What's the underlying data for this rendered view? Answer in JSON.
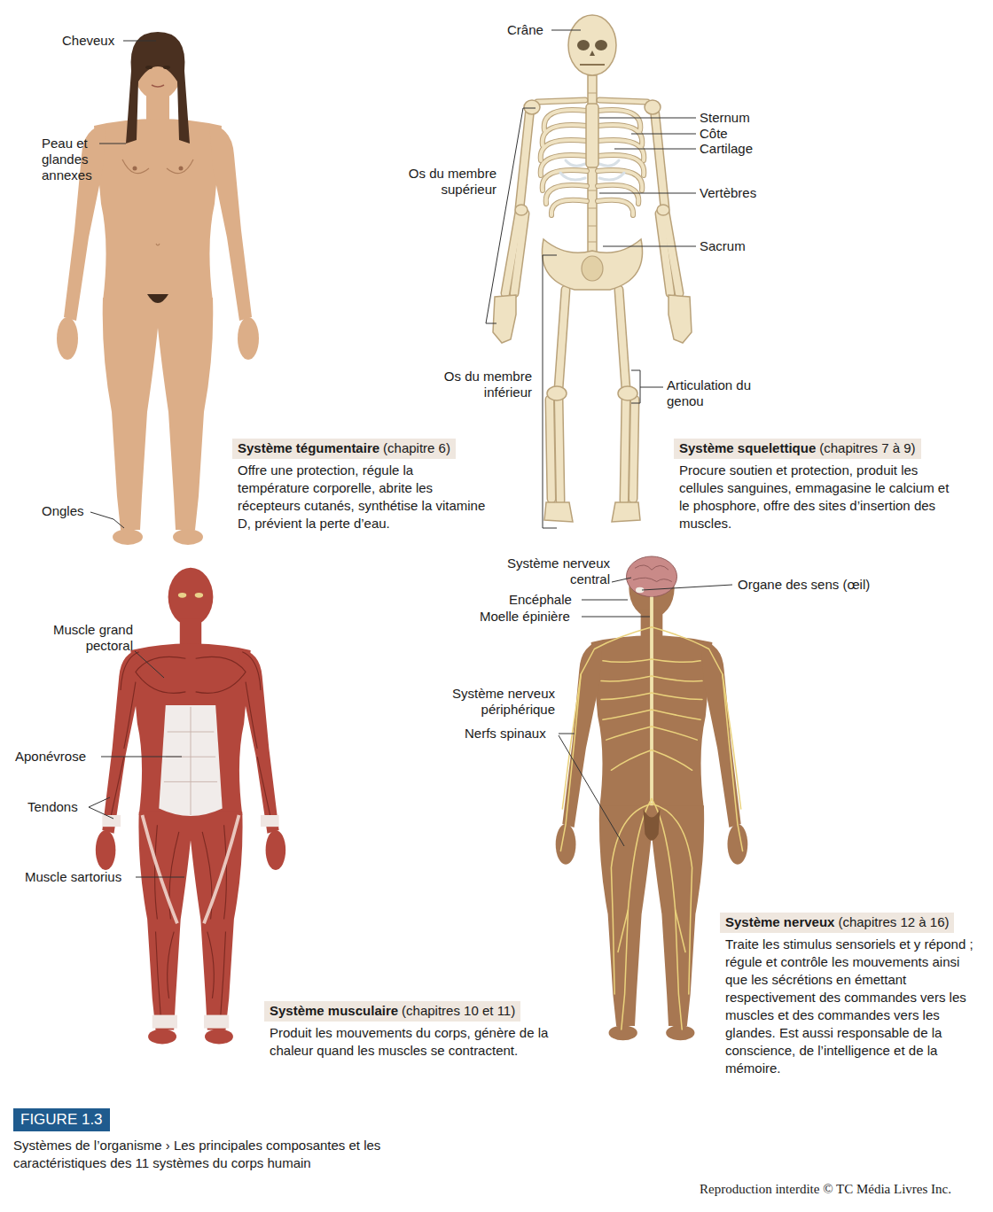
{
  "diagram": {
    "caption": "Systèmes de l’organisme › Les principales composantes et les caractéristiques des 11 systèmes du corps humain",
    "nodes": [
      {
        "text": [
          "Système tégumentaire",
          "(chapitre 6)",
          "Offre une protection, régule la température corporelle, abrite les récepteurs cutanés, synthétise la vitamine D, prévient la perte d’eau."
        ]
      },
      {
        "text": [
          "Système squelettique",
          "(chapitres 7 à 9)",
          "Procure soutien et protection, produit les cellules sanguines, emmagasine le calcium et le phosphore, offre des sites d’insertion des muscles."
        ]
      },
      {
        "text": [
          "Système musculaire",
          "(chapitres 10 et 11)",
          "Produit les mouvements du corps, génère de la chaleur quand les muscles se contractent."
        ]
      },
      {
        "text": [
          "Système nerveux",
          "(chapitres 12 à 16)",
          "Traite les stimulus sensoriels et y répond ; régule et contrôle les mouvements ainsi que les sécrétions en émettant respectivement des commandes vers les muscles et des commandes vers les glandes. Est aussi responsable de la conscience, de l’intelligence et de la mémoire."
        ]
      },
      {
        "text": [
          "FIGURE 1.3"
        ]
      }
    ],
    "labels": [
      "Cheveux",
      "Peau et glandes annexes",
      "Ongles",
      "Crâne",
      "Sternum",
      "Côte",
      "Cartilage",
      "Vertèbres",
      "Sacrum",
      "Os du membre supérieur",
      "Os du membre inférieur",
      "Articulation du genou",
      "Muscle grand pectoral",
      "Aponévrose",
      "Tendons",
      "Muscle sartorius",
      "Système nerveux central",
      "Encéphale",
      "Moelle épinière",
      "Organe des sens (œil)",
      "Système nerveux périphérique",
      "Nerfs spinaux",
      "Reproduction interdite © TC Média Livres Inc."
    ]
  }
}
